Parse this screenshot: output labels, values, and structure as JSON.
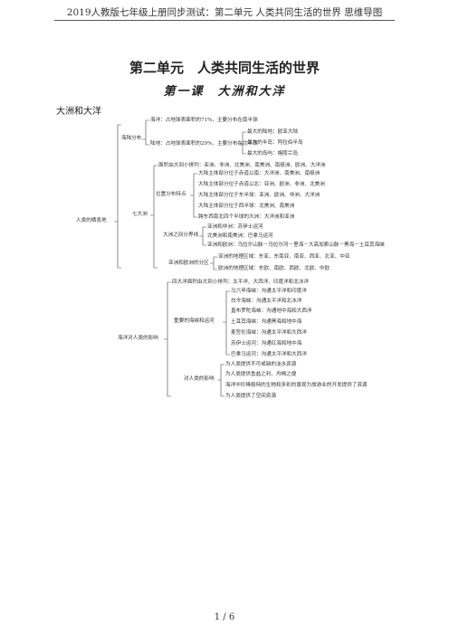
{
  "header": "2019人教版七年级上册同步测试：第二单元 人类共同生活的世界 思维导图",
  "unit_title": "第二单元　人类共同生活的世界",
  "lesson_title": "第一课　大洲和大洋",
  "section_title": "大洲和大洋",
  "root1": "人类的栖息地",
  "land_sea": "海陆分布",
  "ocean_item": "海洋：占地球表面积的71%，主要分布在南半球",
  "land_item": "陆地：占地球表面积的29%，主要分布在北半球",
  "land_sub": [
    "最大的陆地：欧亚大陆",
    "最大的半岛：阿拉伯半岛",
    "最大的岛屿：格陵兰岛"
  ],
  "continents": "七大洲",
  "area_order": "面积由大到小排列：亚洲、非洲、北美洲、南美洲、南极洲、欧洲、大洋洲",
  "position": "位置分布特点",
  "position_items": [
    "大陆主体部分位于赤道以南：大洋洲、南美洲、南极洲",
    "大陆主体部分位于赤道以北：亚洲、欧洲、非洲、北美洲",
    "大陆主体部分位于东半球：亚洲、欧洲、非洲、大洋洲",
    "大陆主体部分位于西半球：北美洲、南美洲",
    "跨东西南北四个半球的大洲：大洋洲和亚洲"
  ],
  "boundary": "大洲之间分界线",
  "boundary_items": [
    "亚洲和非洲：苏伊士运河",
    "北美洲和南美洲：巴拿马运河",
    "亚洲和欧洲：乌拉尔山脉－乌拉尔河－里海－大高加索山脉－黑海－土耳其海峡"
  ],
  "asia_europe": "亚洲和欧洲的分区",
  "asia_europe_items": [
    "亚洲的地理区域：东亚、东南亚、南亚、西亚、北亚、中亚",
    "欧洲的地理区域：东欧、南欧、西欧、北欧、中欧"
  ],
  "root2": "海洋对人类的影响",
  "oceans": "四大洋面积由大到小排列：太平洋、大西洋、印度洋和北冰洋",
  "straits": "重要的海峡和运河",
  "straits_items": [
    "马六甲海峡：沟通太平洋和印度洋",
    "白令海峡：沟通太平洋和北冰洋",
    "直布罗陀海峡：沟通地中海和大西洋",
    "土耳其海峡：沟通黑海和地中海",
    "麦哲伦海峡：沟通太平洋和大西洋",
    "苏伊士运河：沟通红海和地中海",
    "巴拿马运河：沟通太平洋和大西洋"
  ],
  "impact": "对人类的影响",
  "impact_items": [
    "为人类提供不可或缺的淡水资源",
    "为人类提供鱼盐之利、舟楫之便",
    "海洋中珍稀极特的生物和多彩的景观为旅游业的开发提供了资源",
    "为人类提供了空间资源"
  ],
  "footer": "1 / 6"
}
